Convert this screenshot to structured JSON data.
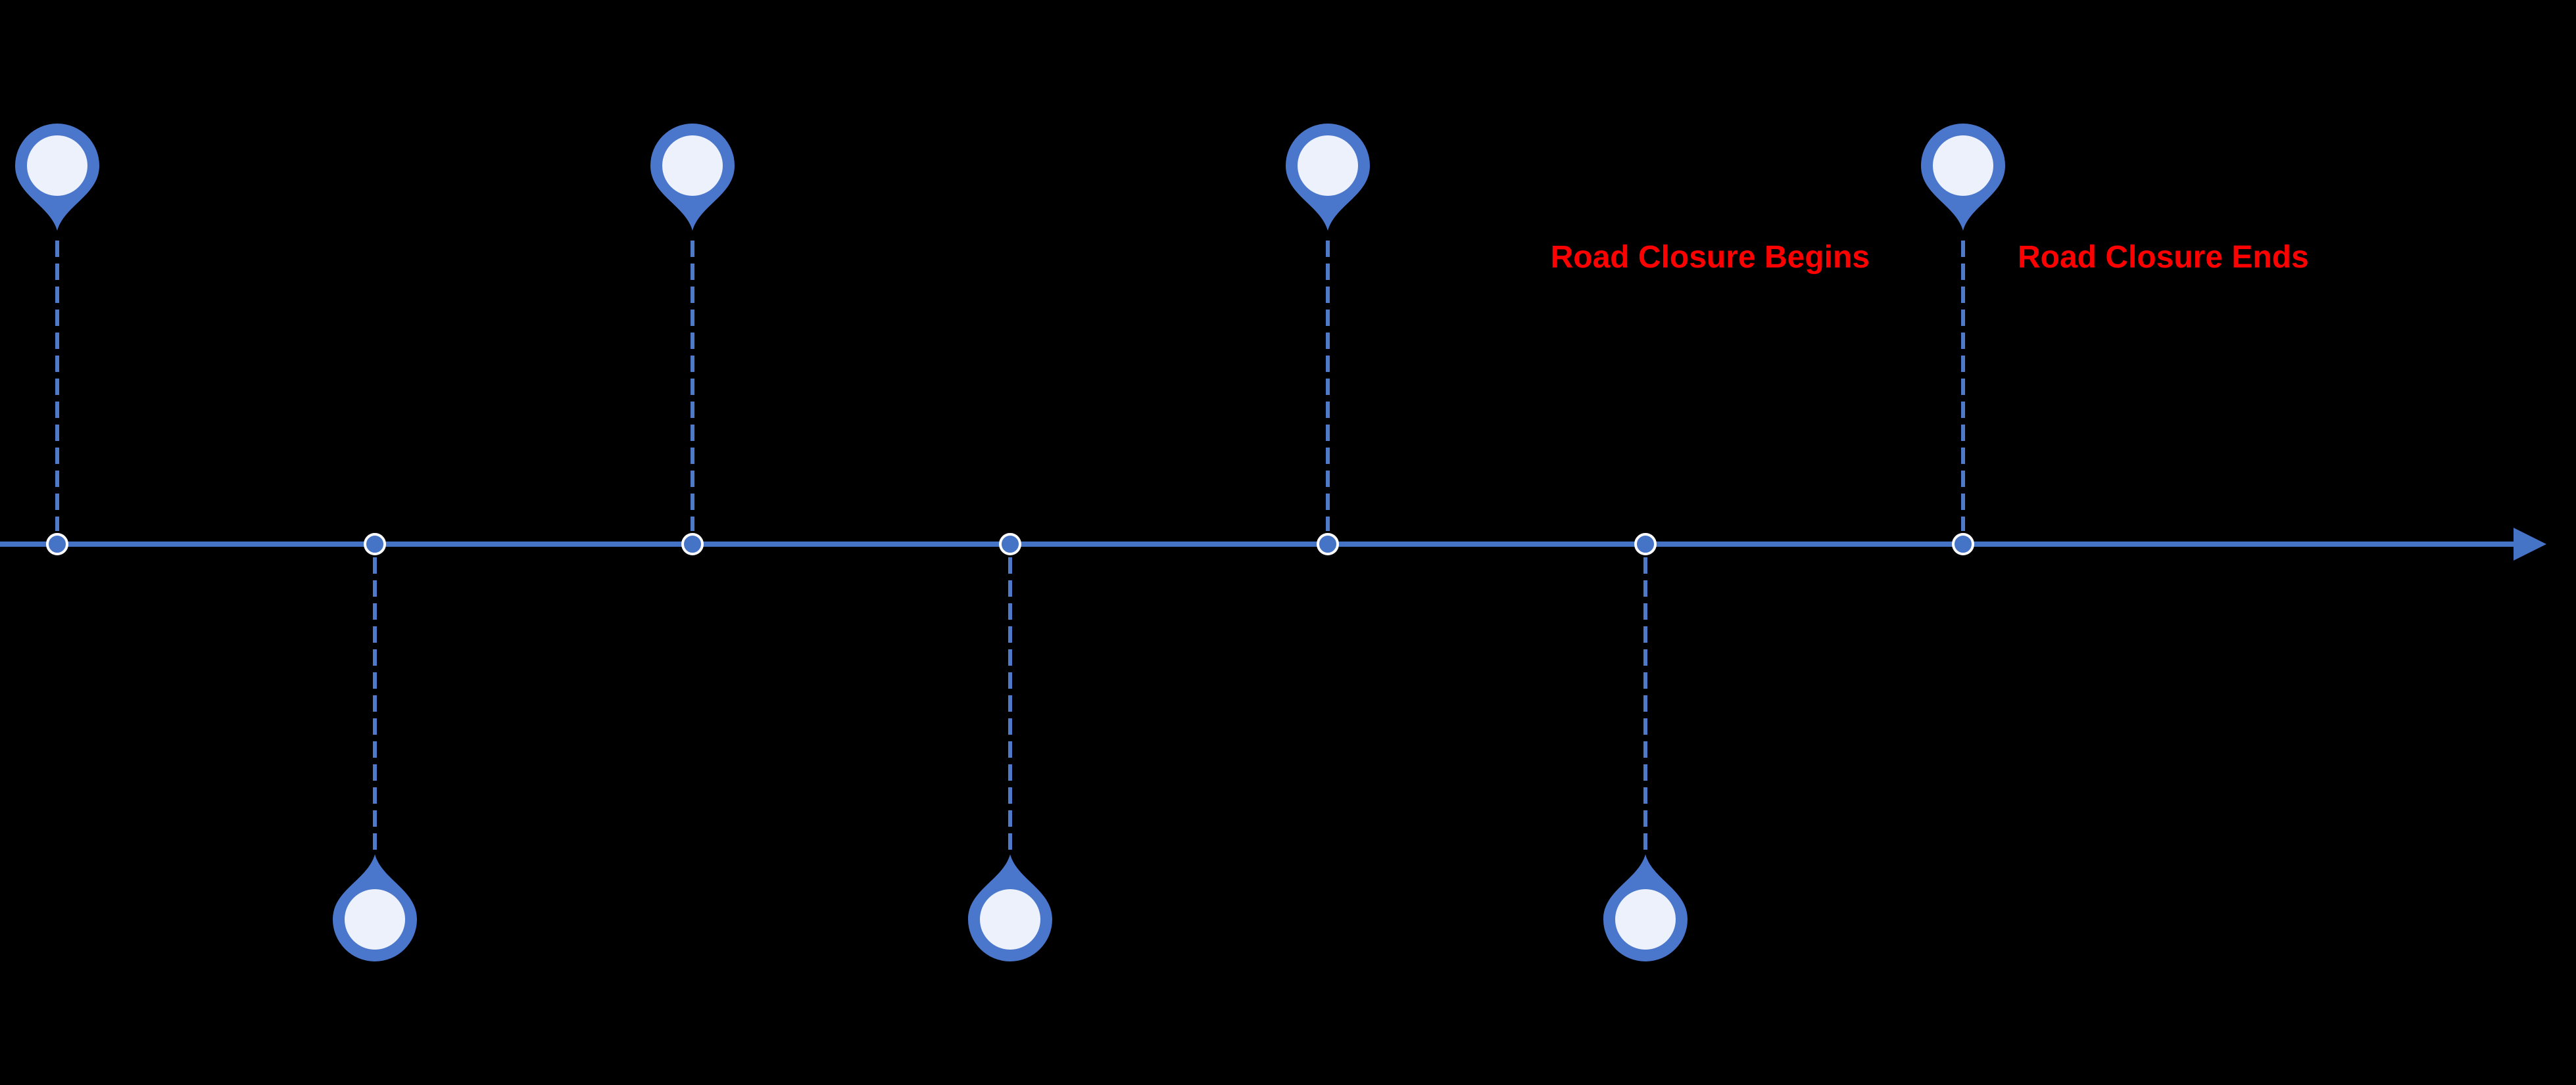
{
  "labels": {
    "road_closure_begins": "Road Closure Begins",
    "road_closure_ends": "Road Closure Ends"
  },
  "colors": {
    "background": "#000000",
    "timeline_blue": "#4573C6",
    "pin_blue": "#4A76CB",
    "pin_inner_fill": "#ECF1FB",
    "connector_blue": "#4F7AC9",
    "dot_ring_white": "#FFFFFF",
    "label_red": "#FF0000"
  },
  "timeline": {
    "milestone_count": 7,
    "milestones": [
      {
        "index": 1,
        "side": "above"
      },
      {
        "index": 2,
        "side": "below"
      },
      {
        "index": 3,
        "side": "above"
      },
      {
        "index": 4,
        "side": "below"
      },
      {
        "index": 5,
        "side": "above"
      },
      {
        "index": 6,
        "side": "below"
      },
      {
        "index": 7,
        "side": "above"
      }
    ]
  }
}
